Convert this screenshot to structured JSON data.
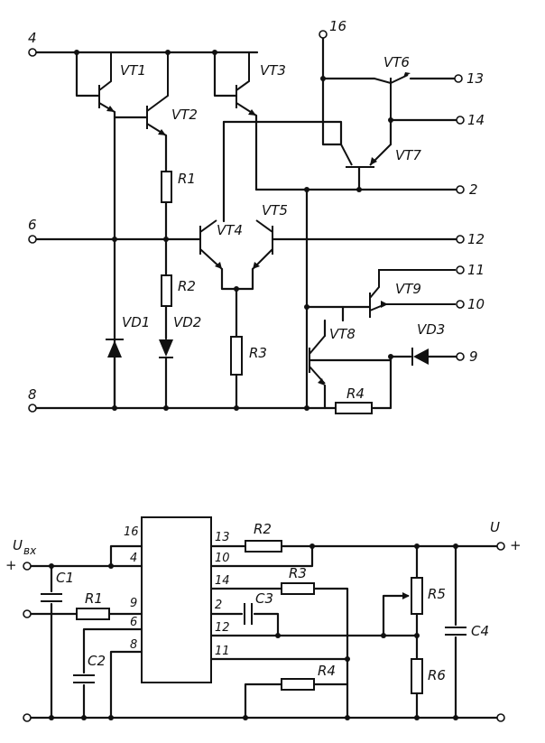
{
  "top": {
    "terminals": {
      "t4": "4",
      "t6": "6",
      "t8": "8",
      "t16": "16",
      "t13": "13",
      "t14": "14",
      "t2": "2",
      "t12": "12",
      "t11": "11",
      "t10": "10",
      "t9": "9"
    },
    "components": {
      "vt1": "VT1",
      "vt2": "VT2",
      "vt3": "VT3",
      "vt4": "VT4",
      "vt5": "VT5",
      "vt6": "VT6",
      "vt7": "VT7",
      "vt8": "VT8",
      "vt9": "VT9",
      "r1": "R1",
      "r2": "R2",
      "r3": "R3",
      "r4": "R4",
      "vd1": "VD1",
      "vd2": "VD2",
      "vd3": "VD3"
    }
  },
  "bottom": {
    "input_label": "U",
    "input_sub": "вх",
    "output_label": "U",
    "plus_in": "+",
    "plus_out": "+",
    "ic_pins": {
      "p16": "16",
      "p4": "4",
      "p9": "9",
      "p6": "6",
      "p8": "8",
      "p13": "13",
      "p10": "10",
      "p14": "14",
      "p2": "2",
      "p12": "12",
      "p11": "11"
    },
    "components": {
      "c1": "C1",
      "c2": "C2",
      "c3": "C3",
      "c4": "C4",
      "r1": "R1",
      "r2": "R2",
      "r3": "R3",
      "r4": "R4",
      "r5": "R5",
      "r6": "R6"
    }
  }
}
